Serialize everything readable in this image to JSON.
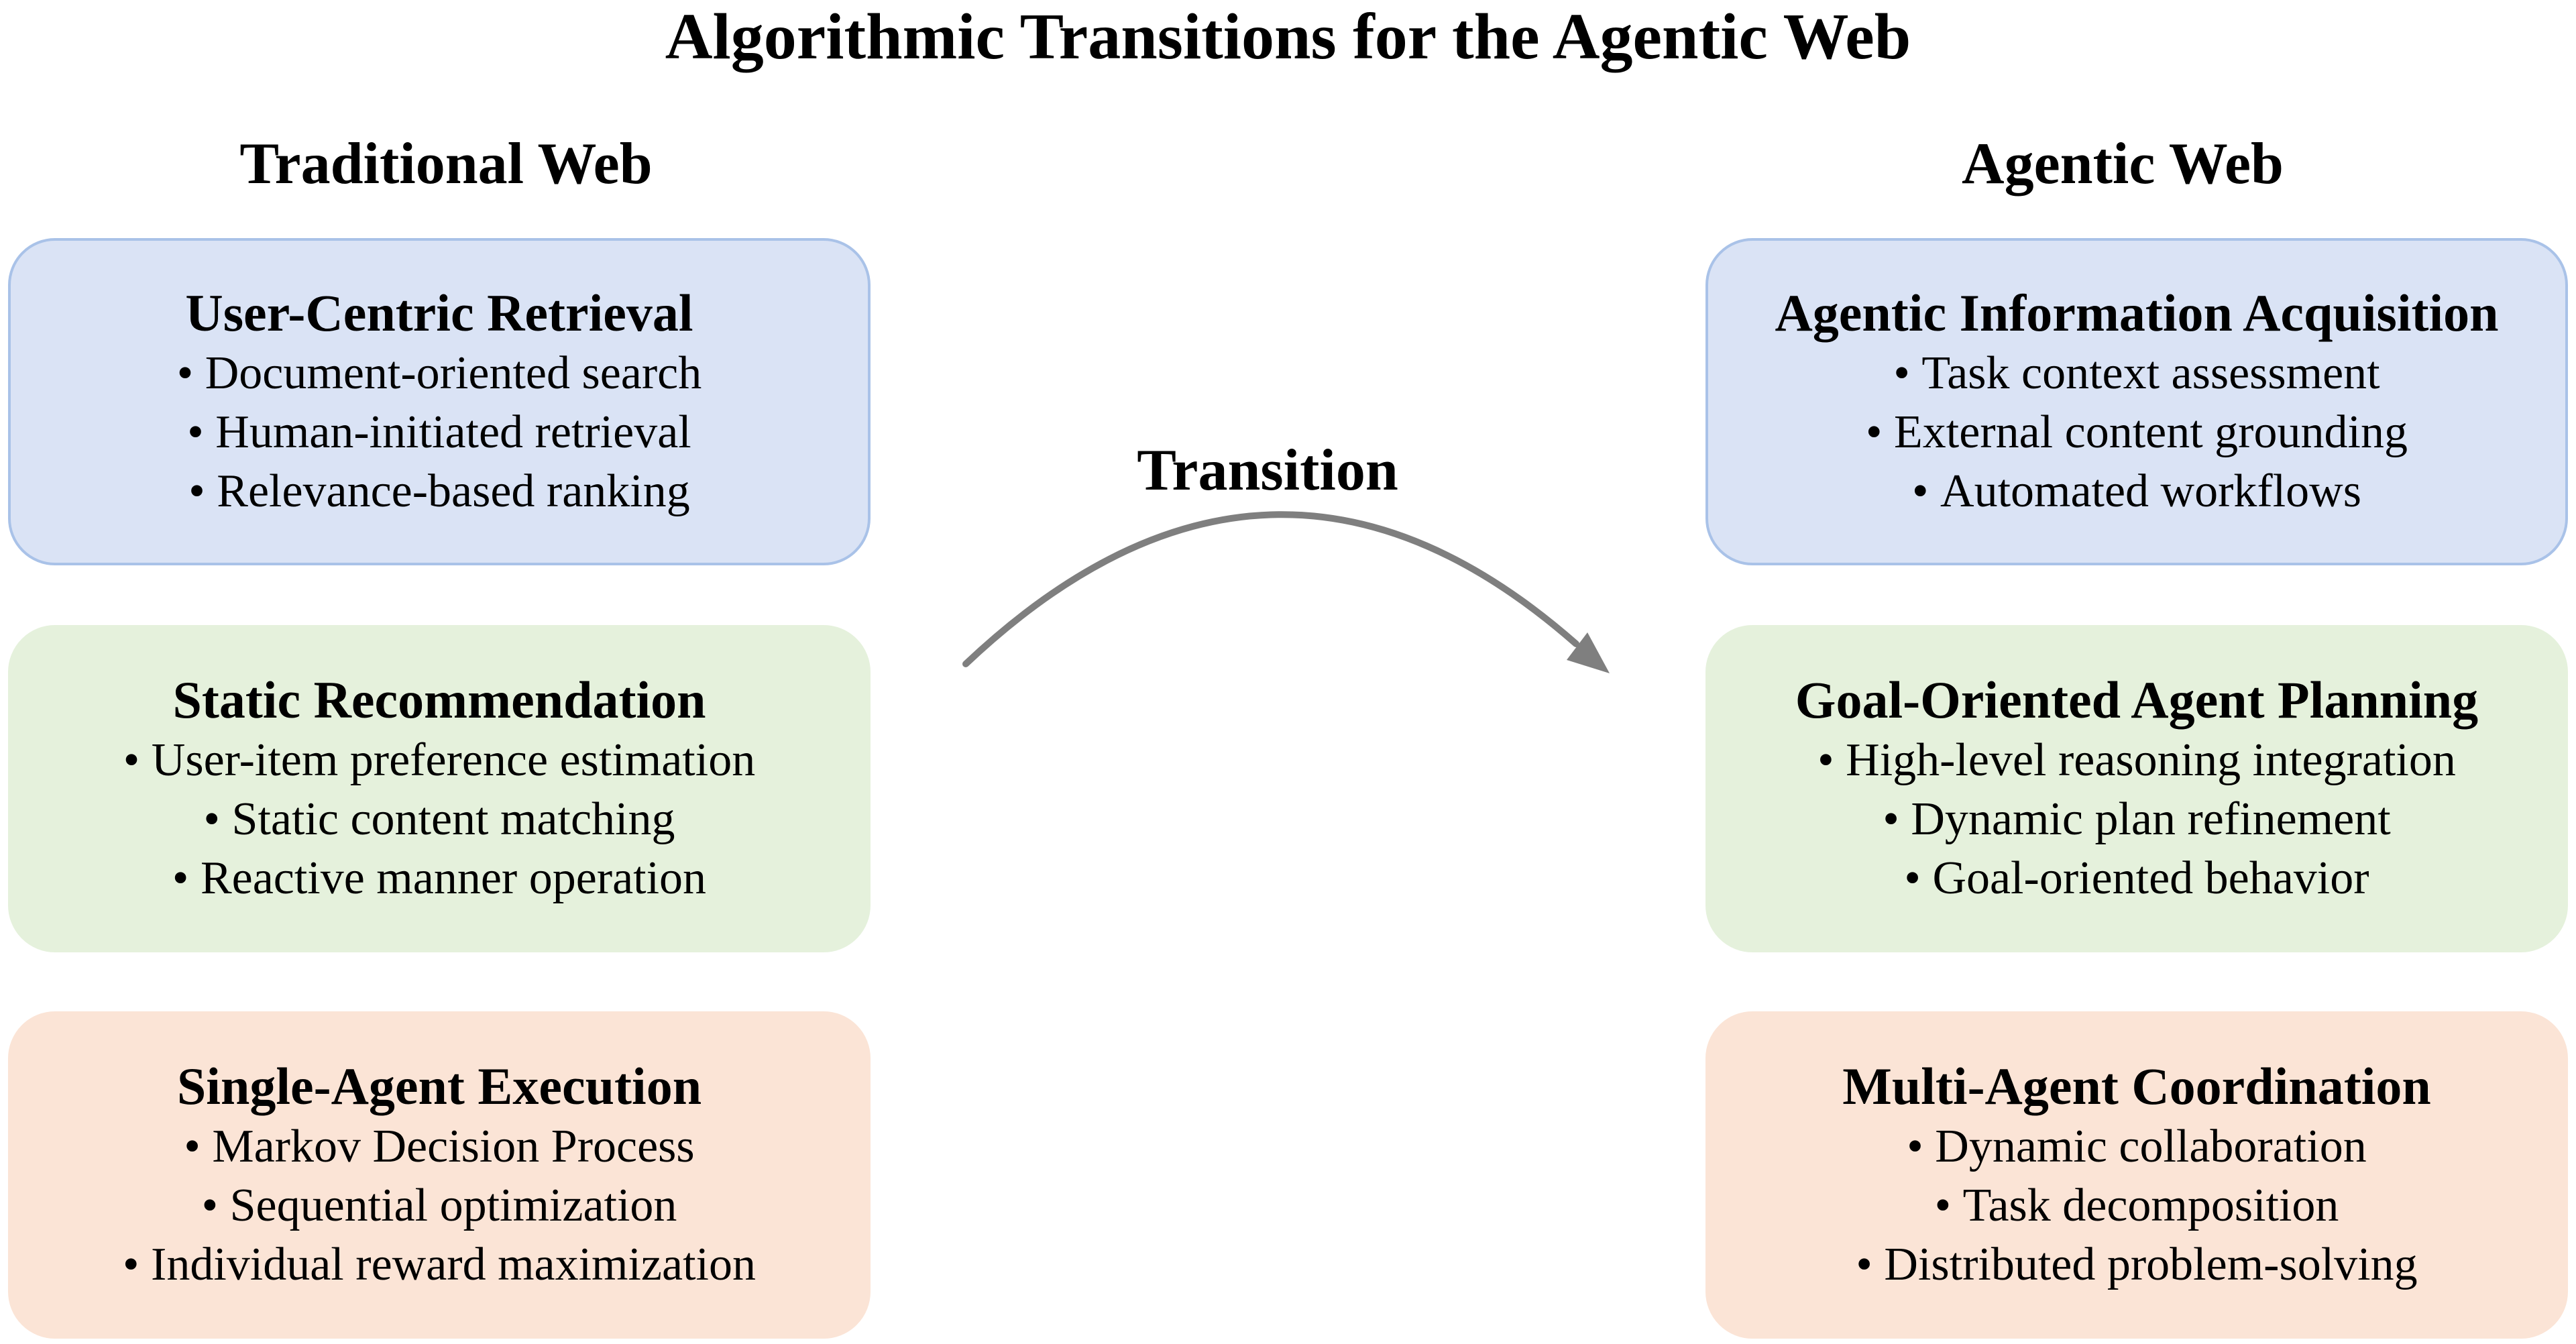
{
  "title": "Algorithmic Transitions for the Agentic Web",
  "transition_label": "Transition",
  "colors": {
    "blue_fill": "#dae3f5",
    "blue_border": "#a9c2e8",
    "green_fill": "#e5f1dc",
    "orange_fill": "#fbe4d6",
    "arrow": "#7f7f7f"
  },
  "traditional": {
    "heading": "Traditional Web",
    "boxes": [
      {
        "title": "User-Centric Retrieval",
        "bullets": [
          "Document-oriented search",
          "Human-initiated retrieval",
          "Relevance-based ranking"
        ]
      },
      {
        "title": "Static Recommendation",
        "bullets": [
          "User-item preference estimation",
          "Static content matching",
          "Reactive manner operation"
        ]
      },
      {
        "title": "Single-Agent Execution",
        "bullets": [
          "Markov Decision Process",
          "Sequential optimization",
          "Individual reward maximization"
        ]
      }
    ]
  },
  "agentic": {
    "heading": "Agentic Web",
    "boxes": [
      {
        "title": "Agentic Information Acquisition",
        "bullets": [
          "Task context assessment",
          "External content grounding",
          "Automated workflows"
        ]
      },
      {
        "title": "Goal-Oriented Agent Planning",
        "bullets": [
          "High-level reasoning integration",
          "Dynamic plan refinement",
          "Goal-oriented behavior"
        ]
      },
      {
        "title": "Multi-Agent Coordination",
        "bullets": [
          "Dynamic collaboration",
          "Task decomposition",
          "Distributed problem-solving"
        ]
      }
    ]
  }
}
